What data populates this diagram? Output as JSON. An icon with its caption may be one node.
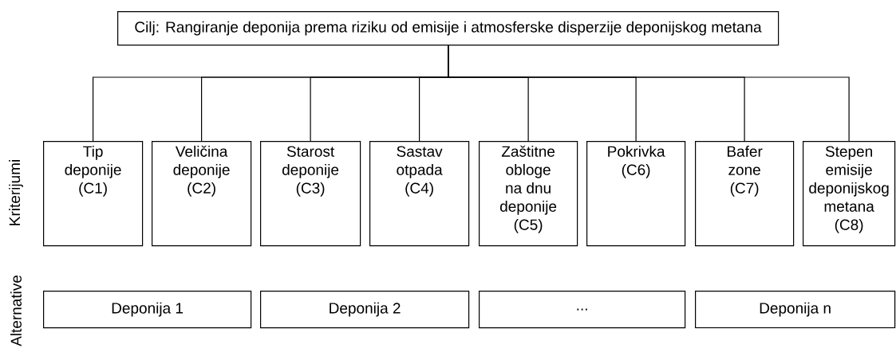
{
  "diagram": {
    "nodes": [
      {
        "text": [
          "Cilj: Rangiranje deponija prema riziku od emisije i atmosferske disperzije deponijskog metana"
        ]
      },
      {
        "text": [
          "Tip deponije (C1)"
        ]
      },
      {
        "text": [
          "Veličina deponije (C2)"
        ]
      },
      {
        "text": [
          "Starost deponije (C3)"
        ]
      },
      {
        "text": [
          "Sastav otpada (C4)"
        ]
      },
      {
        "text": [
          "Zaštitne obloge na dnu deponije (C5)"
        ]
      },
      {
        "text": [
          "Pokrivka (C6)"
        ]
      },
      {
        "text": [
          "Bafer zone (C7)"
        ]
      },
      {
        "text": [
          "Stepen emisije deponijskog metana (C8)"
        ]
      },
      {
        "text": [
          "Deponija 1"
        ]
      },
      {
        "text": [
          "Deponija 2"
        ]
      },
      {
        "text": [
          "..."
        ]
      },
      {
        "text": [
          "Deponija n"
        ]
      }
    ],
    "edges": [
      {
        "from": 0,
        "to": 1,
        "arrow": "none"
      },
      {
        "from": 0,
        "to": 2,
        "arrow": "none"
      },
      {
        "from": 0,
        "to": 3,
        "arrow": "none"
      },
      {
        "from": 0,
        "to": 4,
        "arrow": "none"
      },
      {
        "from": 0,
        "to": 5,
        "arrow": "none"
      },
      {
        "from": 0,
        "to": 6,
        "arrow": "none"
      },
      {
        "from": 0,
        "to": 7,
        "arrow": "none"
      },
      {
        "from": 0,
        "to": 8,
        "arrow": "none"
      }
    ],
    "labels": [
      "Kriterijumi",
      "Alternative"
    ]
  }
}
